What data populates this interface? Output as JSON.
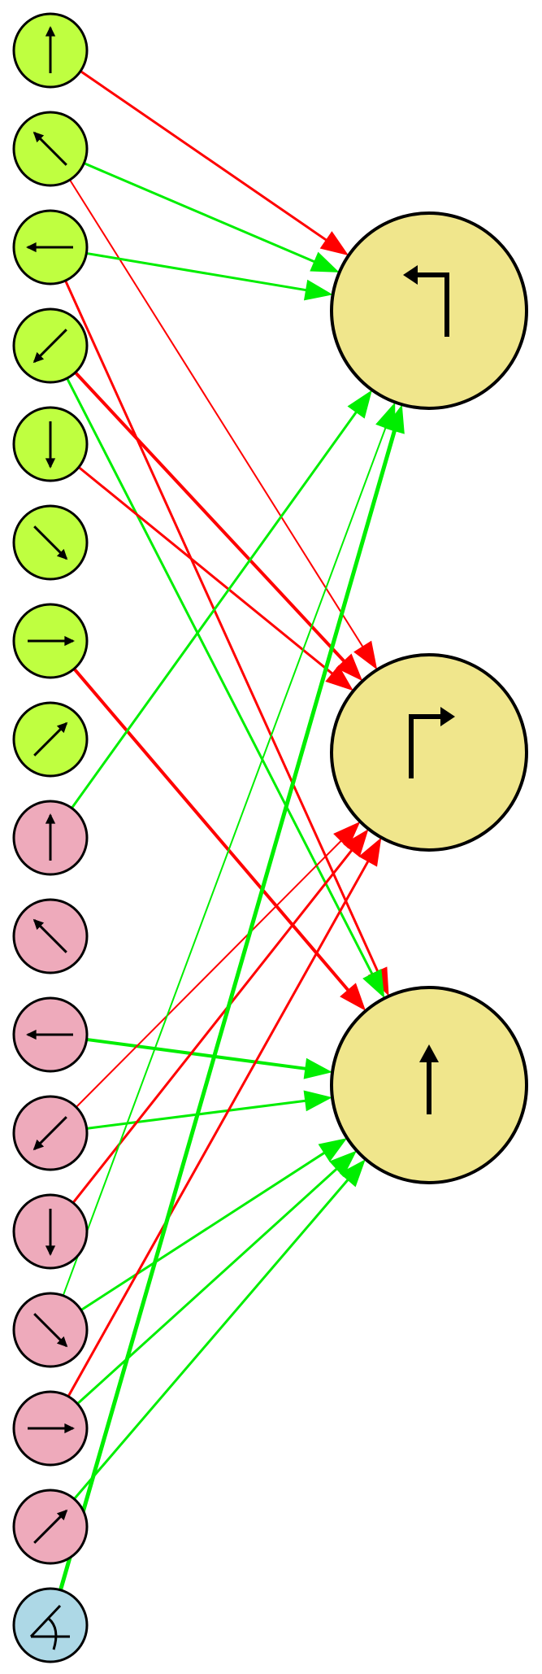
{
  "colors": {
    "excitatory": "#ff0000",
    "inhibitory": "#00ee00",
    "input_a": "#bfff40",
    "input_b": "#eeaabb",
    "input_c": "#add8e6",
    "output": "#f0e68c",
    "stroke": "#000000"
  },
  "inputs": [
    {
      "id": "a-up",
      "group": "a",
      "icon": "arrow-up-icon"
    },
    {
      "id": "a-upleft",
      "group": "a",
      "icon": "arrow-up-left-icon"
    },
    {
      "id": "a-left",
      "group": "a",
      "icon": "arrow-left-icon"
    },
    {
      "id": "a-downleft",
      "group": "a",
      "icon": "arrow-down-left-icon"
    },
    {
      "id": "a-down",
      "group": "a",
      "icon": "arrow-down-icon"
    },
    {
      "id": "a-downright",
      "group": "a",
      "icon": "arrow-down-right-icon"
    },
    {
      "id": "a-right",
      "group": "a",
      "icon": "arrow-right-icon"
    },
    {
      "id": "a-upright",
      "group": "a",
      "icon": "arrow-up-right-icon"
    },
    {
      "id": "b-up",
      "group": "b",
      "icon": "arrow-up-icon"
    },
    {
      "id": "b-upleft",
      "group": "b",
      "icon": "arrow-up-left-icon"
    },
    {
      "id": "b-left",
      "group": "b",
      "icon": "arrow-left-icon"
    },
    {
      "id": "b-downleft",
      "group": "b",
      "icon": "arrow-down-left-icon"
    },
    {
      "id": "b-down",
      "group": "b",
      "icon": "arrow-down-icon"
    },
    {
      "id": "b-downright",
      "group": "b",
      "icon": "arrow-down-right-icon"
    },
    {
      "id": "b-right",
      "group": "b",
      "icon": "arrow-right-icon"
    },
    {
      "id": "b-upright",
      "group": "b",
      "icon": "arrow-up-right-icon"
    },
    {
      "id": "c-angle",
      "group": "c",
      "icon": "angle-icon"
    }
  ],
  "outputs": [
    {
      "id": "turn-left",
      "icon": "turn-left-icon"
    },
    {
      "id": "turn-right",
      "icon": "turn-right-icon"
    },
    {
      "id": "forward",
      "icon": "forward-icon"
    }
  ],
  "connections": [
    {
      "from": 0,
      "to": 0,
      "sign": "excitatory",
      "weight": 3
    },
    {
      "from": 1,
      "to": 0,
      "sign": "inhibitory",
      "weight": 3
    },
    {
      "from": 1,
      "to": 1,
      "sign": "excitatory",
      "weight": 2
    },
    {
      "from": 2,
      "to": 0,
      "sign": "inhibitory",
      "weight": 3
    },
    {
      "from": 2,
      "to": 2,
      "sign": "excitatory",
      "weight": 3
    },
    {
      "from": 3,
      "to": 1,
      "sign": "excitatory",
      "weight": 4
    },
    {
      "from": 3,
      "to": 2,
      "sign": "inhibitory",
      "weight": 3
    },
    {
      "from": 4,
      "to": 1,
      "sign": "excitatory",
      "weight": 3
    },
    {
      "from": 6,
      "to": 2,
      "sign": "excitatory",
      "weight": 4
    },
    {
      "from": 8,
      "to": 0,
      "sign": "inhibitory",
      "weight": 3
    },
    {
      "from": 10,
      "to": 2,
      "sign": "inhibitory",
      "weight": 4
    },
    {
      "from": 11,
      "to": 1,
      "sign": "excitatory",
      "weight": 2
    },
    {
      "from": 11,
      "to": 2,
      "sign": "inhibitory",
      "weight": 3
    },
    {
      "from": 12,
      "to": 1,
      "sign": "excitatory",
      "weight": 3
    },
    {
      "from": 13,
      "to": 0,
      "sign": "inhibitory",
      "weight": 2
    },
    {
      "from": 13,
      "to": 2,
      "sign": "inhibitory",
      "weight": 3
    },
    {
      "from": 14,
      "to": 1,
      "sign": "excitatory",
      "weight": 3
    },
    {
      "from": 14,
      "to": 2,
      "sign": "inhibitory",
      "weight": 3
    },
    {
      "from": 15,
      "to": 2,
      "sign": "inhibitory",
      "weight": 3
    },
    {
      "from": 16,
      "to": 0,
      "sign": "inhibitory",
      "weight": 5
    }
  ]
}
